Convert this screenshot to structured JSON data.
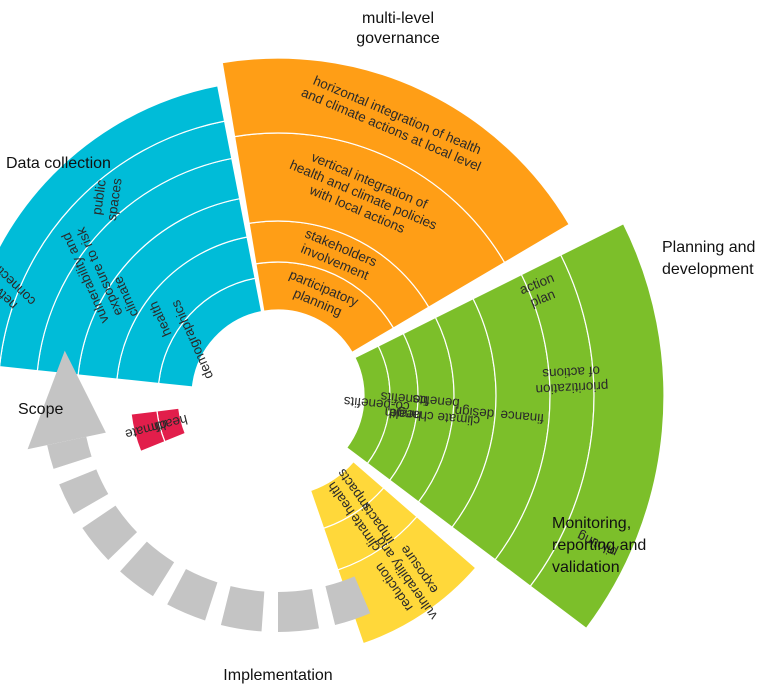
{
  "colors": {
    "scope": "#E21E4B",
    "data_collection": "#00BCD8",
    "governance": "#FF9E16",
    "planning": "#7CBF2A",
    "monitoring": "#FFD83A",
    "implementation": "#C4C4C4",
    "divider": "#ffffff",
    "text": "#2a2a2a"
  },
  "sections": {
    "scope": {
      "title": "Scope",
      "rings": [
        [
          "health"
        ],
        [
          "climate"
        ]
      ]
    },
    "data_collection": {
      "title": "Data collection",
      "rings": [
        [
          "demographics"
        ],
        [
          "health"
        ],
        [
          "climate"
        ],
        [
          "vulnerability and",
          "exposure to risk"
        ],
        [
          "public",
          "spaces"
        ],
        [
          "network/",
          "connections"
        ]
      ]
    },
    "governance": {
      "title": [
        "multi-level",
        "governance"
      ],
      "rings": [
        [
          "participatory",
          "planning"
        ],
        [
          "stakeholders",
          "involvement"
        ],
        [
          "vertical integration of",
          "health and climate policies",
          "with local actions"
        ],
        [
          "horizontal integration of health",
          "and climate actions at local level"
        ]
      ]
    },
    "planning": {
      "title": [
        "Planning and",
        "development"
      ],
      "rings": [
        [
          "co-benefits"
        ],
        [
          "health",
          "benefits"
        ],
        [
          "climate change",
          "benefits"
        ],
        [
          "design"
        ],
        [
          "finance"
        ],
        [
          "prioritization",
          "of actions"
        ],
        [
          "action",
          "plan"
        ],
        [
          "piloting"
        ]
      ]
    },
    "monitoring": {
      "title": [
        "Monitoring,",
        "reporting and",
        "validation"
      ],
      "rings": [
        [
          "health",
          "impacts"
        ],
        [
          "climate",
          "impacts"
        ],
        [
          "reduction",
          "vulnerability and",
          "exposure"
        ]
      ]
    },
    "implementation": {
      "title": "Implementation"
    }
  }
}
